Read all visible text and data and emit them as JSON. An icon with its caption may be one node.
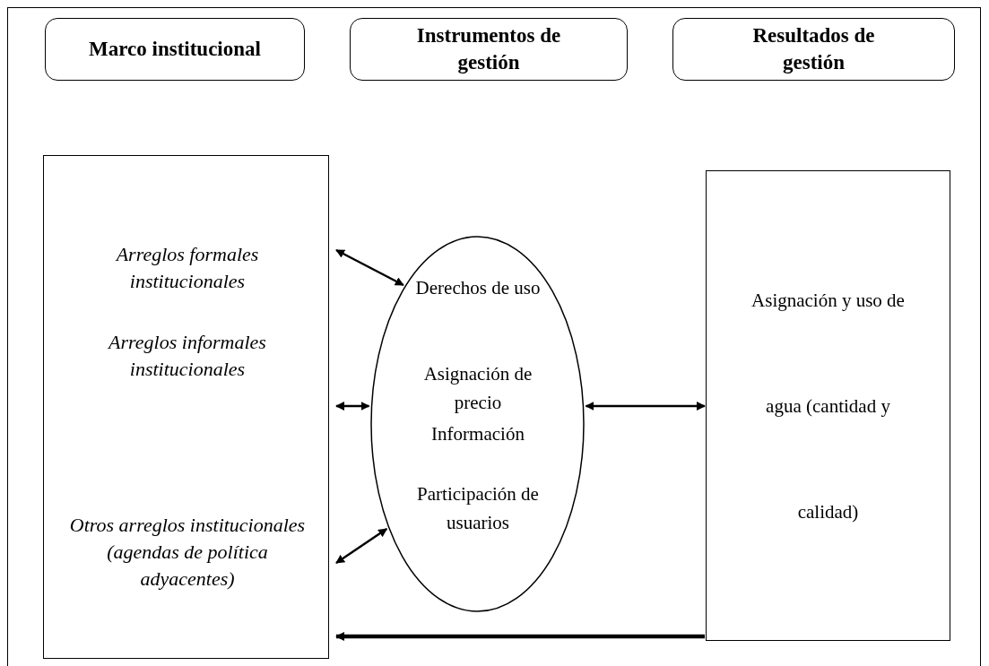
{
  "diagram": {
    "nodes": [
      {
        "text": [
          "Marco institucional"
        ]
      },
      {
        "text": [
          "Instrumentos de gestión"
        ]
      },
      {
        "text": [
          "Resultados de gestión"
        ]
      },
      {
        "text": [
          "Arreglos formales institucionales",
          "Arreglos informales institucionales",
          "Otros arreglos institucionales (agendas de política adyacentes)"
        ]
      },
      {
        "text": [
          "Derechos de uso",
          "Asignación de precio",
          "Información",
          "Participación de usuarios"
        ]
      },
      {
        "text": [
          "Asignación y uso de agua (cantidad y calidad)"
        ]
      }
    ],
    "edges": [
      {
        "from": 3,
        "to": 4,
        "arrow": "both"
      },
      {
        "from": 3,
        "to": 4,
        "arrow": "both"
      },
      {
        "from": 3,
        "to": 4,
        "arrow": "both"
      },
      {
        "from": 4,
        "to": 5,
        "arrow": "both"
      },
      {
        "from": 5,
        "to": 3,
        "arrow": "to",
        "style": "thick"
      }
    ]
  }
}
